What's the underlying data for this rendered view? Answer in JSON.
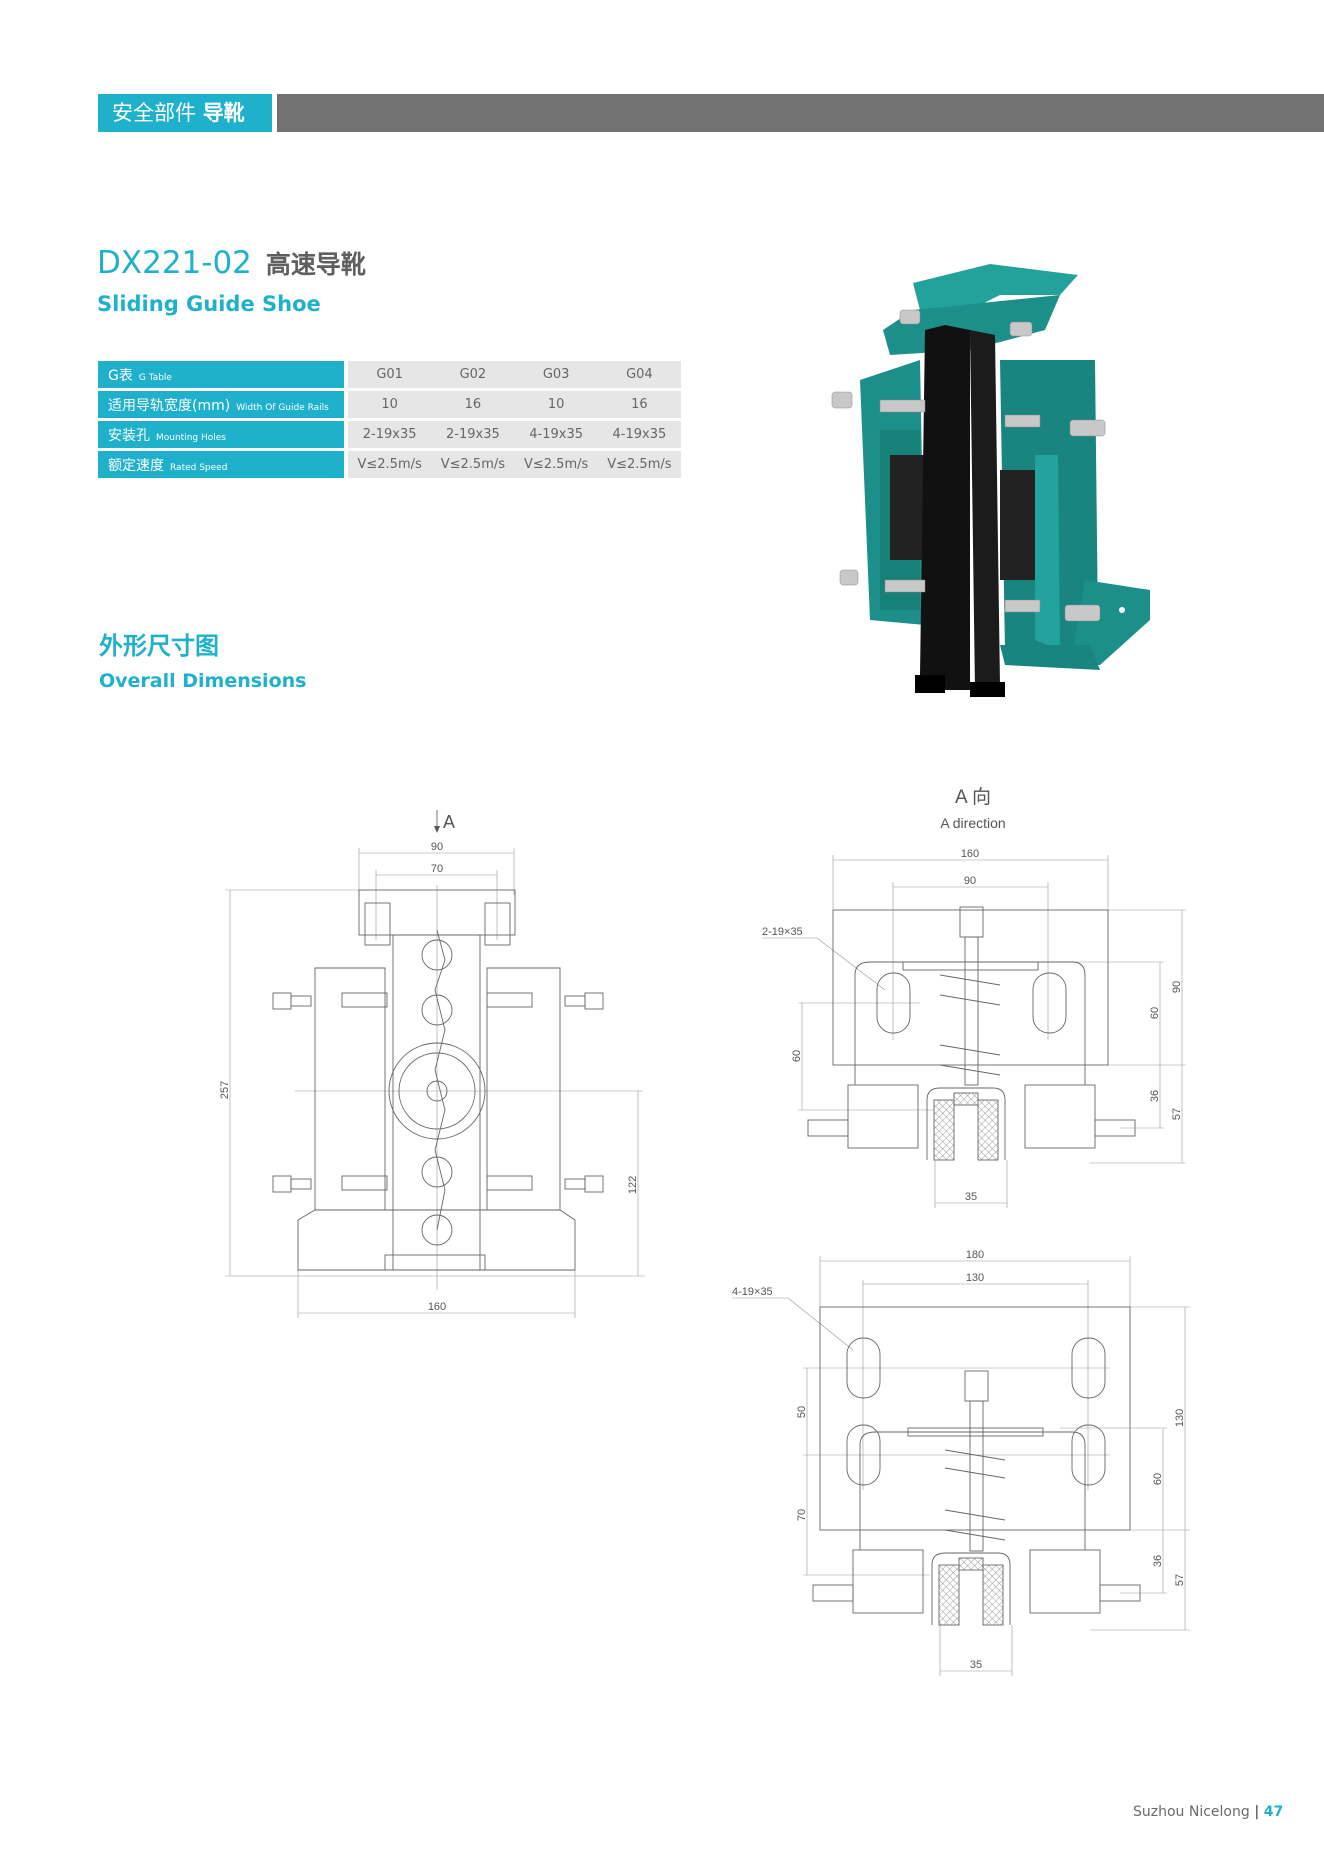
{
  "header": {
    "category": "安全部件",
    "section": "导靴"
  },
  "product": {
    "model": "DX221-02",
    "name_cn": "高速导靴",
    "name_en": "Sliding Guide Shoe"
  },
  "spec_table": {
    "rows": [
      {
        "label_cn": "G表",
        "label_en": "G Table",
        "values": [
          "G01",
          "G02",
          "G03",
          "G04"
        ]
      },
      {
        "label_cn": "适用导轨宽度(mm)",
        "label_en": "Width Of Guide Rails",
        "values": [
          "10",
          "16",
          "10",
          "16"
        ]
      },
      {
        "label_cn": "安装孔",
        "label_en": "Mounting Holes",
        "values": [
          "2-19x35",
          "2-19x35",
          "4-19x35",
          "4-19x35"
        ]
      },
      {
        "label_cn": "额定速度",
        "label_en": "Rated Speed",
        "values": [
          "V≤2.5m/s",
          "V≤2.5m/s",
          "V≤2.5m/s",
          "V≤2.5m/s"
        ]
      }
    ]
  },
  "dimensions": {
    "title_cn": "外形尺寸图",
    "title_en": "Overall Dimensions",
    "front_view": {
      "arrow_label": "A",
      "dims": [
        "90",
        "70",
        "257",
        "122",
        "160"
      ]
    },
    "a_view_2hole": {
      "title_cn": "A 向",
      "title_en": "A direction",
      "hole_note": "2-19×35",
      "dims": [
        "160",
        "90",
        "60",
        "90",
        "60",
        "36",
        "57",
        "35"
      ]
    },
    "a_view_4hole": {
      "hole_note": "4-19×35",
      "dims": [
        "180",
        "130",
        "50",
        "70",
        "130",
        "60",
        "36",
        "57",
        "35"
      ]
    }
  },
  "footer": {
    "company": "Suzhou Nicelong",
    "separator": "|",
    "page": "47"
  },
  "colors": {
    "accent": "#1fb0cb",
    "bar": "#727272",
    "table_bg": "#e6e6e6",
    "product_teal": "#1c8f8b"
  }
}
